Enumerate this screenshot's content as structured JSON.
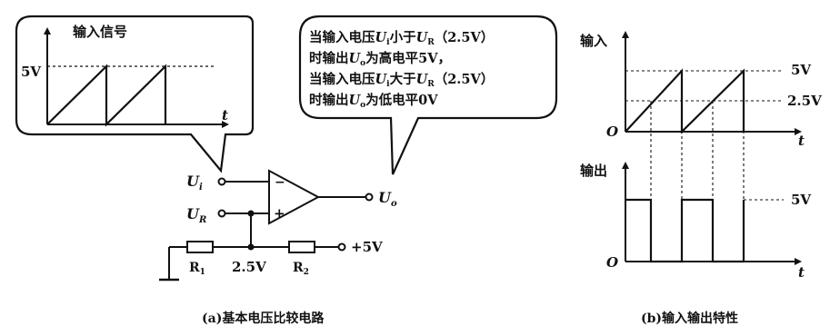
{
  "bubble_left": {
    "title": "输入信号",
    "level": "5V",
    "axis_t": "t"
  },
  "bubble_right": {
    "line1": {
      "a": "当输入电压",
      "U": "U",
      "sub1": "i",
      "b": "小于",
      "U2": "U",
      "sub2": "R",
      "c": "（2.5V）"
    },
    "line2": {
      "a": "时输出",
      "U": "U",
      "sub": "o",
      "b": "为高电平5V，"
    },
    "line3": {
      "a": "当输入电压",
      "U": "U",
      "sub1": "i",
      "b": "大于",
      "U2": "U",
      "sub2": "R",
      "c": "（2.5V）"
    },
    "line4": {
      "a": "时输出",
      "U": "U",
      "sub": "o",
      "b": "为低电平0V"
    }
  },
  "circuit": {
    "ui_U": "U",
    "ui_sub": "i",
    "ur_U": "U",
    "ur_sub": "R",
    "uo_U": "U",
    "uo_sub": "o",
    "minus": "−",
    "plus": "+",
    "r1": "R",
    "r1_sub": "1",
    "r2": "R",
    "r2_sub": "2",
    "mid_voltage": "2.5V",
    "supply": "+5V"
  },
  "caption_a": "(a)基本电压比较电路",
  "graph_input": {
    "label": "输入",
    "origin": "O",
    "axis_t": "t",
    "level_high": "5V",
    "level_ref": "2.5V"
  },
  "graph_output": {
    "label": "输出",
    "origin": "O",
    "axis_t": "t",
    "level_high": "5V"
  },
  "caption_b": "(b)输入输出特性"
}
